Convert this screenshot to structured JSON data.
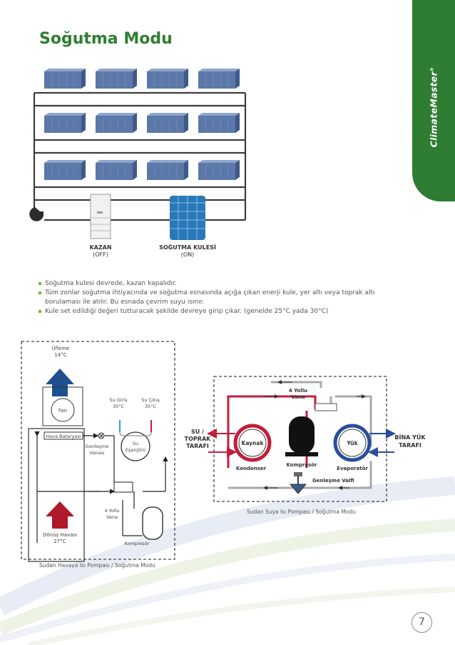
{
  "page": {
    "title": "Soğutma Modu",
    "brand": "ClimateMaster",
    "brand_mark": "®",
    "page_number": "7",
    "bullets": [
      "Soğutma kulesi devrede, kazan kapalıdır.",
      "Tüm zonlar soğutma ihtiyacında ve soğutma esnasında açığa çıkan enerji kule, yer altı veya toprak altı borulaması ile atılır. Bu esnada çevrim suyu ısınır.",
      "Kule set edildiği değeri tutturacak şekilde devreye girip çıkar. (genelde 25°C yada 30°C)"
    ]
  },
  "system_diagram": {
    "kazan_label": "KAZAN",
    "kazan_state": "(OFF)",
    "tower_label": "SOĞUTMA KULESİ",
    "tower_state": "(ON)",
    "colors": {
      "pipe": "#3d3d3d",
      "unit": "#5b78a8",
      "tower": "#2a78b8"
    }
  },
  "air_diagram": {
    "caption": "Sudan Havaya Isı Pompası / Soğutma Modu",
    "supply_label_line1": "Üfleme",
    "supply_label_line2": "14°C",
    "return_label_line1": "Dönüş Havası",
    "return_label_line2": "27°C",
    "fan": "Fan",
    "coil": "Hava Bataryası",
    "expansion_line1": "Genleşme",
    "expansion_line2": "Vanası",
    "water_in_line1": "Su Giriş",
    "water_in_line2": "30°C",
    "water_out_line1": "Su Çıkış",
    "water_out_line2": "35°C",
    "hx_line1": "Su",
    "hx_line2": "Eşanjörü",
    "valve_line1": "4 Yollu",
    "valve_line2": "Vana",
    "compressor": "Kompresör",
    "colors": {
      "supply_arrow": "#1f4f8f",
      "return_arrow": "#b0192a",
      "water_in": "#2aa3cf",
      "water_out": "#c41e3a"
    }
  },
  "water_diagram": {
    "caption": "Sudan Suya Isı Pompası / Soğutma Modu",
    "source_side_line1": "SU /",
    "source_side_line2": "TOPRAK",
    "source_side_line3": "TARAFI",
    "building_side_line1": "BİNA YÜK",
    "building_side_line2": "TARAFI",
    "valve_line1": "4 Yollu",
    "valve_line2": "Vana",
    "source": "Kaynak",
    "load": "Yük",
    "condenser": "Kondenser",
    "compressor": "Kompresör",
    "evaporator": "Evaporatör",
    "expansion_valve": "Genleşme Valfi",
    "colors": {
      "hot": "#c41e3a",
      "cold": "#2a4f9a",
      "neutral": "#a9a9a9"
    }
  }
}
